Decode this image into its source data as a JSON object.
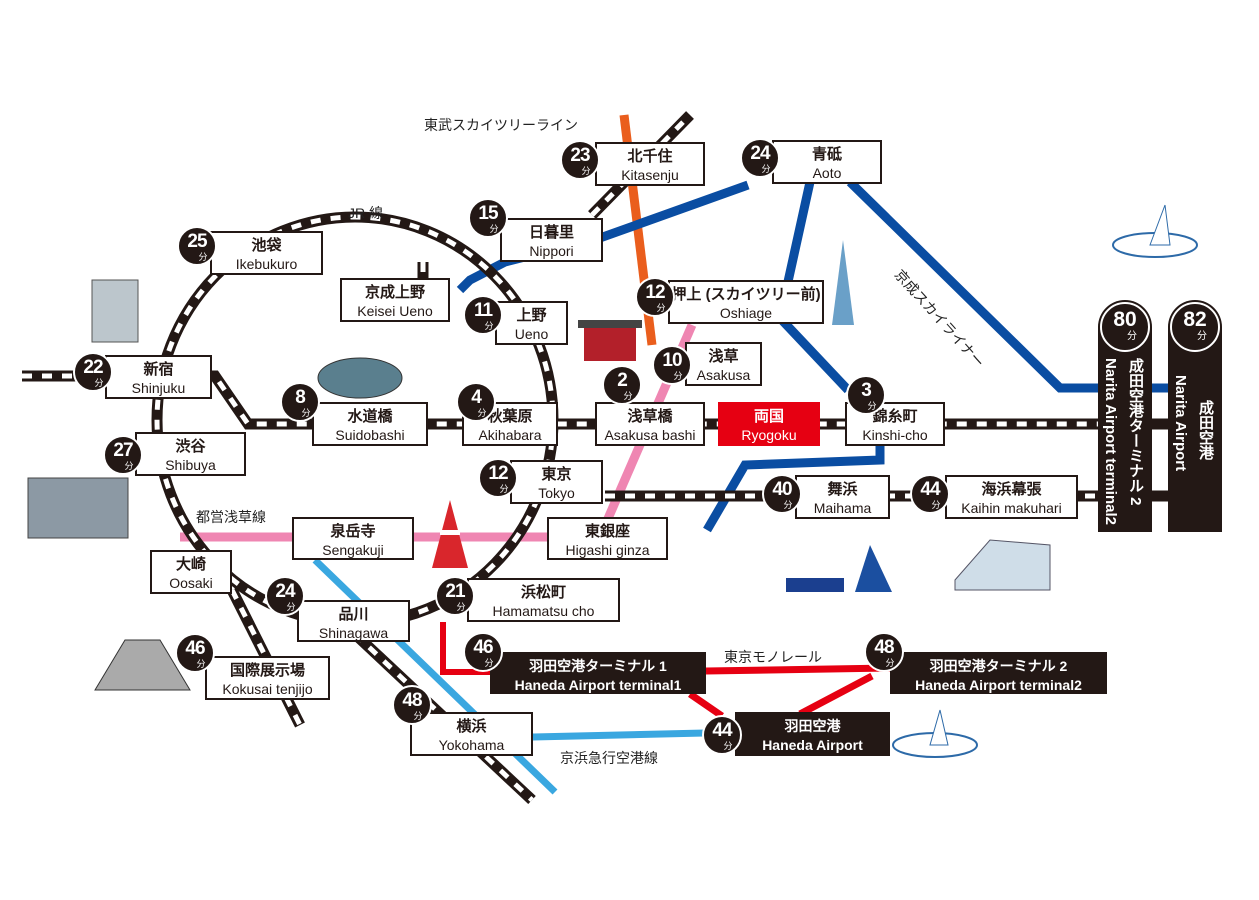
{
  "line_labels": {
    "tobu": "東武スカイツリーライン",
    "jr": "JR 線",
    "skyliner": "京成スカイライナー",
    "asakusa": "都営浅草線",
    "monorail": "東京モノレール",
    "keikyu": "京浜急行空港線"
  },
  "minute_unit": "分",
  "stations": [
    {
      "id": "kitasenju",
      "minutes": "23",
      "ja": "北千住",
      "en": "Kitasenju",
      "style": "white"
    },
    {
      "id": "aoto",
      "minutes": "24",
      "ja": "青砥",
      "en": "Aoto",
      "style": "white"
    },
    {
      "id": "nippori",
      "minutes": "15",
      "ja": "日暮里",
      "en": "Nippori",
      "style": "white"
    },
    {
      "id": "ikebukuro",
      "minutes": "25",
      "ja": "池袋",
      "en": "Ikebukuro",
      "style": "white"
    },
    {
      "id": "keisei-ueno",
      "minutes": null,
      "ja": "京成上野",
      "en": "Keisei Ueno",
      "style": "white"
    },
    {
      "id": "ueno",
      "minutes": "11",
      "ja": "上野",
      "en": "Ueno",
      "style": "white"
    },
    {
      "id": "oshiage",
      "minutes": "12",
      "ja": "押上 (スカイツリー前)",
      "en": "Oshiage",
      "style": "white"
    },
    {
      "id": "asakusa",
      "minutes": "10",
      "ja": "浅草",
      "en": "Asakusa",
      "style": "white"
    },
    {
      "id": "shinjuku",
      "minutes": "22",
      "ja": "新宿",
      "en": "Shinjuku",
      "style": "white"
    },
    {
      "id": "suidobashi",
      "minutes": "8",
      "ja": "水道橋",
      "en": "Suidobashi",
      "style": "white"
    },
    {
      "id": "akihabara",
      "minutes": "4",
      "ja": "秋葉原",
      "en": "Akihabara",
      "style": "white"
    },
    {
      "id": "asakusabashi",
      "minutes": "2",
      "ja": "浅草橋",
      "en": "Asakusa bashi",
      "style": "white"
    },
    {
      "id": "ryogoku",
      "minutes": null,
      "ja": "両国",
      "en": "Ryogoku",
      "style": "red"
    },
    {
      "id": "kinshicho",
      "minutes": "3",
      "ja": "錦糸町",
      "en": "Kinshi-cho",
      "style": "white"
    },
    {
      "id": "shibuya",
      "minutes": "27",
      "ja": "渋谷",
      "en": "Shibuya",
      "style": "white"
    },
    {
      "id": "tokyo",
      "minutes": "12",
      "ja": "東京",
      "en": "Tokyo",
      "style": "white"
    },
    {
      "id": "maihama",
      "minutes": "40",
      "ja": "舞浜",
      "en": "Maihama",
      "style": "white"
    },
    {
      "id": "kaihin-makuhari",
      "minutes": "44",
      "ja": "海浜幕張",
      "en": "Kaihin makuhari",
      "style": "white"
    },
    {
      "id": "sengakuji",
      "minutes": null,
      "ja": "泉岳寺",
      "en": "Sengakuji",
      "style": "white"
    },
    {
      "id": "higashi-ginza",
      "minutes": null,
      "ja": "東銀座",
      "en": "Higashi ginza",
      "style": "white"
    },
    {
      "id": "oosaki",
      "minutes": null,
      "ja": "大崎",
      "en": "Oosaki",
      "style": "white"
    },
    {
      "id": "shinagawa",
      "minutes": "24",
      "ja": "品川",
      "en": "Shinagawa",
      "style": "white"
    },
    {
      "id": "hamamatsucho",
      "minutes": "21",
      "ja": "浜松町",
      "en": "Hamamatsu cho",
      "style": "white"
    },
    {
      "id": "kokusai-tenjijo",
      "minutes": "46",
      "ja": "国際展示場",
      "en": "Kokusai tenjijo",
      "style": "white"
    },
    {
      "id": "haneda-t1",
      "minutes": "46",
      "ja": "羽田空港ターミナル 1",
      "en": "Haneda Airport terminal1",
      "style": "black"
    },
    {
      "id": "haneda-t2",
      "minutes": "48",
      "ja": "羽田空港ターミナル 2",
      "en": "Haneda Airport terminal2",
      "style": "black"
    },
    {
      "id": "yokohama",
      "minutes": "48",
      "ja": "横浜",
      "en": "Yokohama",
      "style": "white"
    },
    {
      "id": "haneda",
      "minutes": "44",
      "ja": "羽田空港",
      "en": "Haneda Airport",
      "style": "black"
    }
  ],
  "narita": [
    {
      "id": "narita-t2",
      "minutes": "80",
      "ja": "成田空港ターミナル 2",
      "en": "Narita Airport terminal2"
    },
    {
      "id": "narita",
      "minutes": "82",
      "ja": "成田空港",
      "en": "Narita Airport"
    }
  ],
  "colors": {
    "jr": "#231815",
    "tobu": "#ea5e1d",
    "keisei": "#0a4da2",
    "asakusa": "#ef86b2",
    "keikyu": "#3aa7e0",
    "monorail": "#e60012"
  }
}
